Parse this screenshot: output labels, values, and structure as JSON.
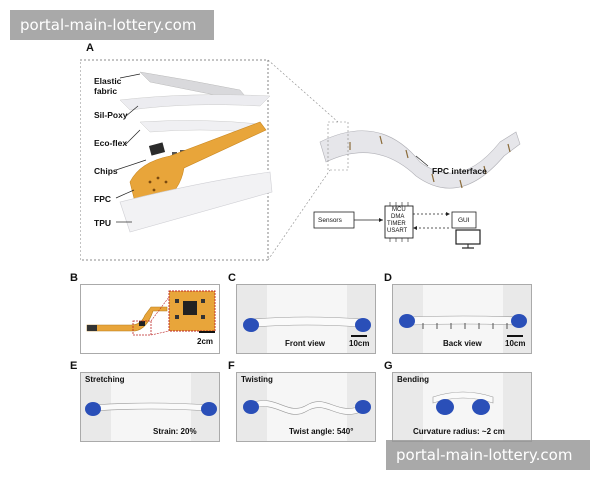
{
  "watermark": "portal-main-lottery.com",
  "panels": {
    "a": {
      "letter": "A",
      "layers": [
        "Elastic\nfabric",
        "Sil-Poxy",
        "Eco-flex",
        "Chips",
        "FPC",
        "TPU"
      ],
      "fpc_interface": "FPC interface",
      "block_diagram": {
        "sensors": "Sensors",
        "mcu_lines": [
          "MCU",
          "DMA",
          "TIMER",
          "USART"
        ],
        "gui": "GUI"
      }
    },
    "b": {
      "letter": "B",
      "scale": "2cm"
    },
    "c": {
      "letter": "C",
      "caption": "Front view",
      "scale": "10cm"
    },
    "d": {
      "letter": "D",
      "caption": "Back view",
      "scale": "10cm"
    },
    "e": {
      "letter": "E",
      "title": "Stretching",
      "caption": "Strain: 20%"
    },
    "f": {
      "letter": "F",
      "title": "Twisting",
      "caption": "Twist angle: 540°"
    },
    "g": {
      "letter": "G",
      "title": "Bending",
      "caption": "Curvature radius: ~2 cm"
    }
  },
  "colors": {
    "fpc": "#e8a53a",
    "glove": "#2a4fb8",
    "fabric": "#e4e4e6"
  }
}
